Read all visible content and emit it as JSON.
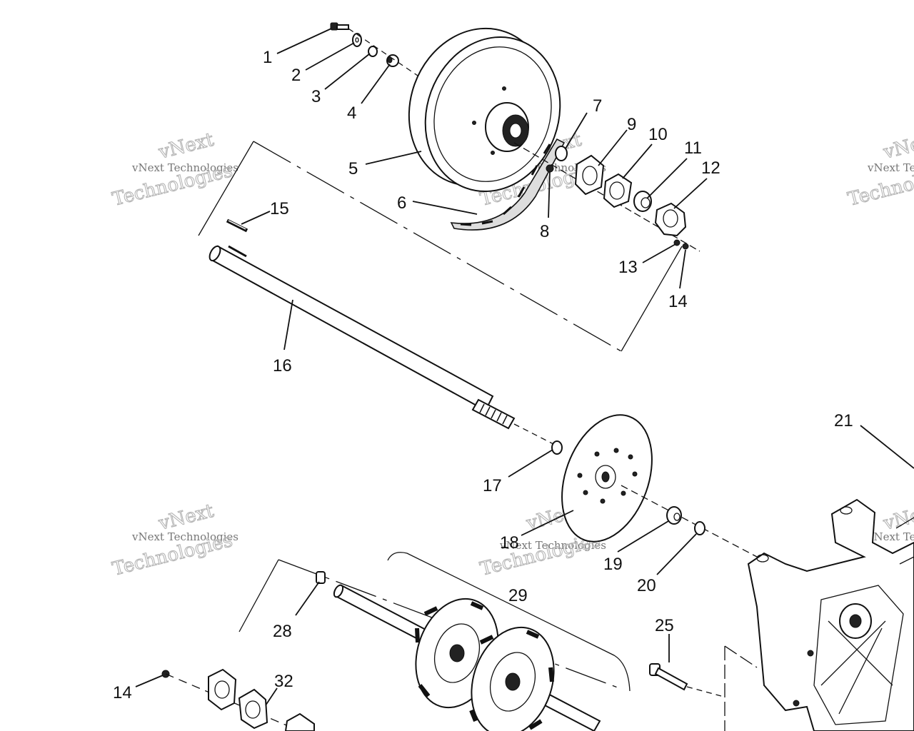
{
  "callouts": [
    "1",
    "2",
    "3",
    "4",
    "5",
    "6",
    "7",
    "8",
    "9",
    "10",
    "11",
    "12",
    "13",
    "14",
    "15",
    "16",
    "17",
    "18",
    "19",
    "20",
    "21",
    "25",
    "28",
    "29",
    "14",
    "32"
  ],
  "watermark": {
    "line1": "vNext Technologies",
    "line2": "vNext",
    "line3": "Technologies"
  }
}
